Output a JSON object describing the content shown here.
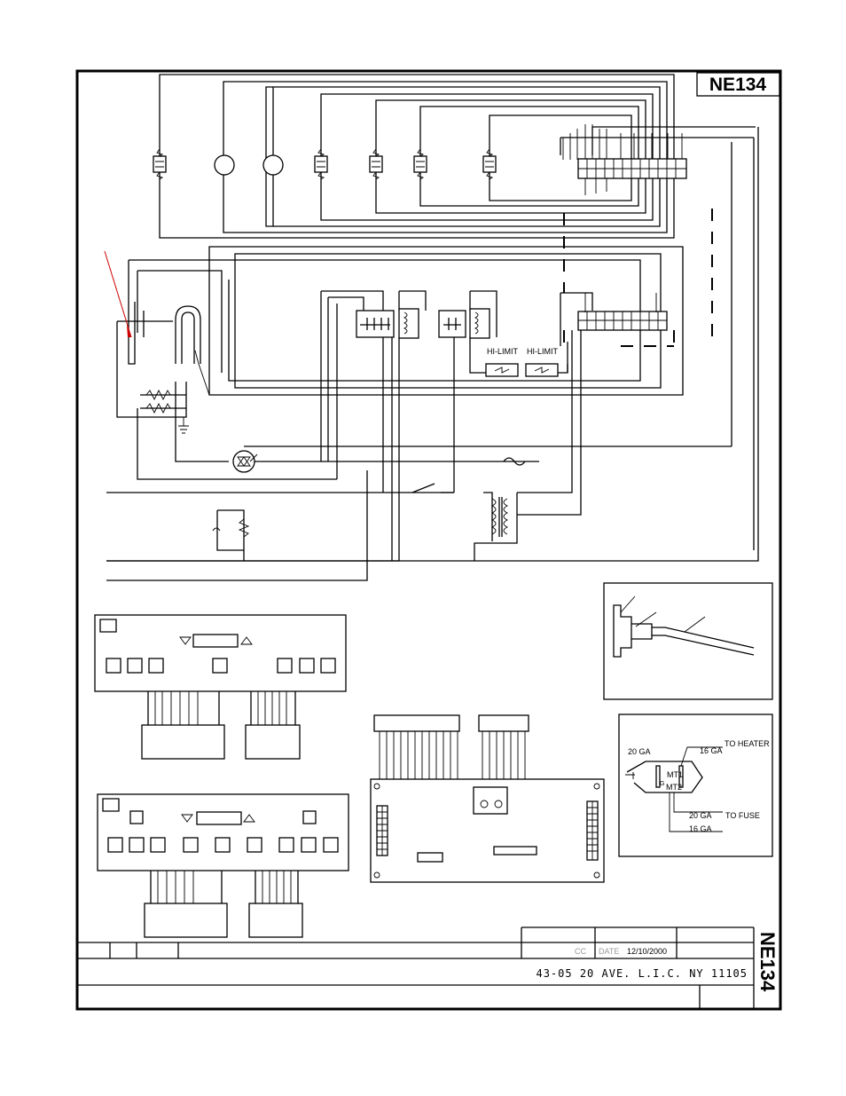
{
  "drawing": {
    "number": "NE134",
    "side_number": "NE134",
    "address": "43-05  20 AVE. L.I.C.  NY  11105"
  },
  "title_block": {
    "field_a": "CC",
    "field_b": "DATE",
    "date": "12/10/2000"
  },
  "labels": {
    "hi_limit_1": "HI-LIMIT",
    "hi_limit_2": "HI-LIMIT"
  },
  "triac_detail": {
    "ga_left": "20 GA",
    "ga_top": "16 GA",
    "to_heater": "TO HEATER",
    "mt1": "MT1",
    "mt2": "MT2",
    "g": "G",
    "ga_bottom_1": "20 GA",
    "to_fuse": "TO FUSE",
    "ga_bottom_2": "16 GA"
  },
  "colors": {
    "ink": "#000000",
    "paper": "#ffffff",
    "leader": "#cc0000"
  }
}
